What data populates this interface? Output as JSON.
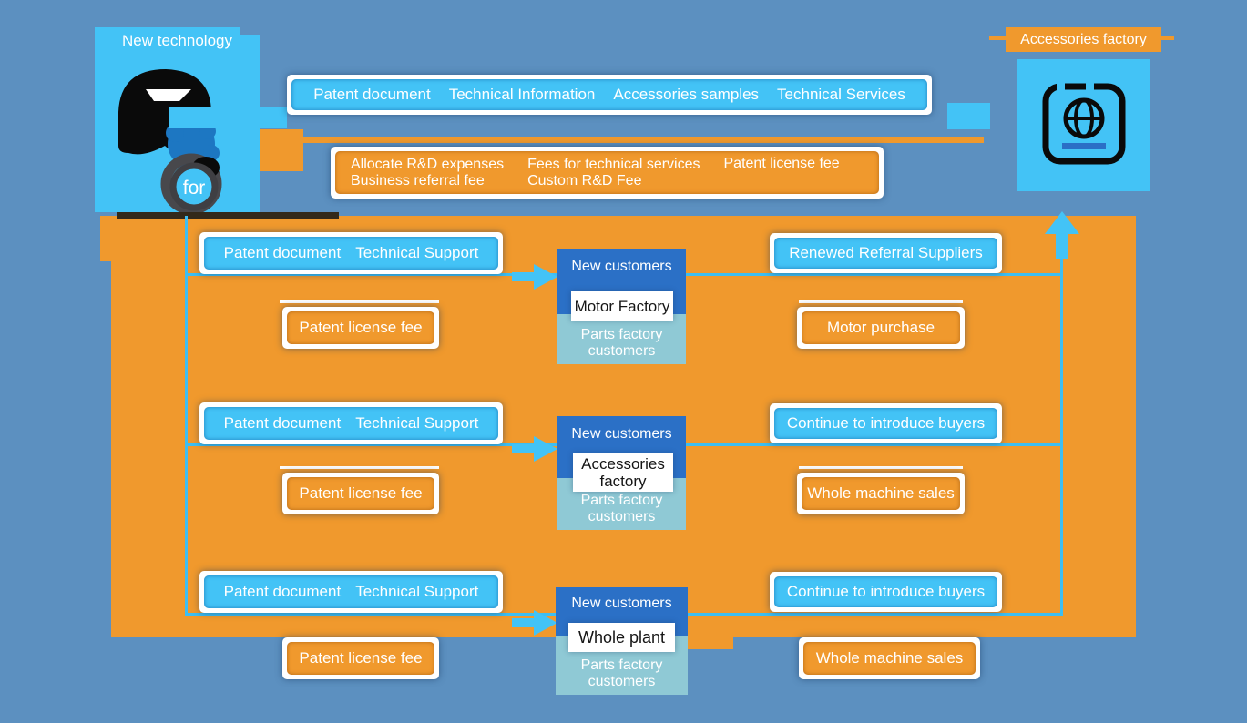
{
  "palette": {
    "background": "#5c90c0",
    "light_blue": "#43c3f6",
    "orange": "#f0992d",
    "dark_blue": "#2b70c6",
    "teal": "#8fc9d5",
    "line_blue": "#3dbef2",
    "icon_black": "#0a0a0a",
    "icon_blob_blue": "#1d77c2"
  },
  "header": {
    "new_technology": {
      "title": "New technology",
      "icon_text": "for"
    },
    "accessories_factory": {
      "title": "Accessories factory"
    },
    "deliverables": [
      "Patent document",
      "Technical Information",
      "Accessories samples",
      "Technical Services"
    ],
    "fees": {
      "col1": [
        "Allocate R&D expenses",
        "Business referral fee"
      ],
      "col2": [
        "Fees for technical services",
        "Custom R&D Fee"
      ],
      "col3": [
        "Patent license fee"
      ]
    }
  },
  "rows": [
    {
      "left_top1": "Patent document",
      "left_top2": "Technical Support",
      "left_fee": "Patent license fee",
      "customer_header": "New customers",
      "customer_name": "Motor Factory",
      "customer_sub": "Parts factory customers",
      "right_top": "Renewed Referral Suppliers",
      "right_fee": "Motor purchase"
    },
    {
      "left_top1": "Patent document",
      "left_top2": "Technical Support",
      "left_fee": "Patent license fee",
      "customer_header": "New customers",
      "customer_name": "Accessories factory",
      "customer_sub": "Parts factory customers",
      "right_top": "Continue to introduce buyers",
      "right_fee": "Whole machine sales"
    },
    {
      "left_top1": "Patent document",
      "left_top2": "Technical Support",
      "left_fee": "Patent license fee",
      "customer_header": "New customers",
      "customer_name": "Whole plant",
      "customer_sub": "Parts factory customers",
      "right_top": "Continue to introduce buyers",
      "right_fee": "Whole machine sales"
    }
  ]
}
